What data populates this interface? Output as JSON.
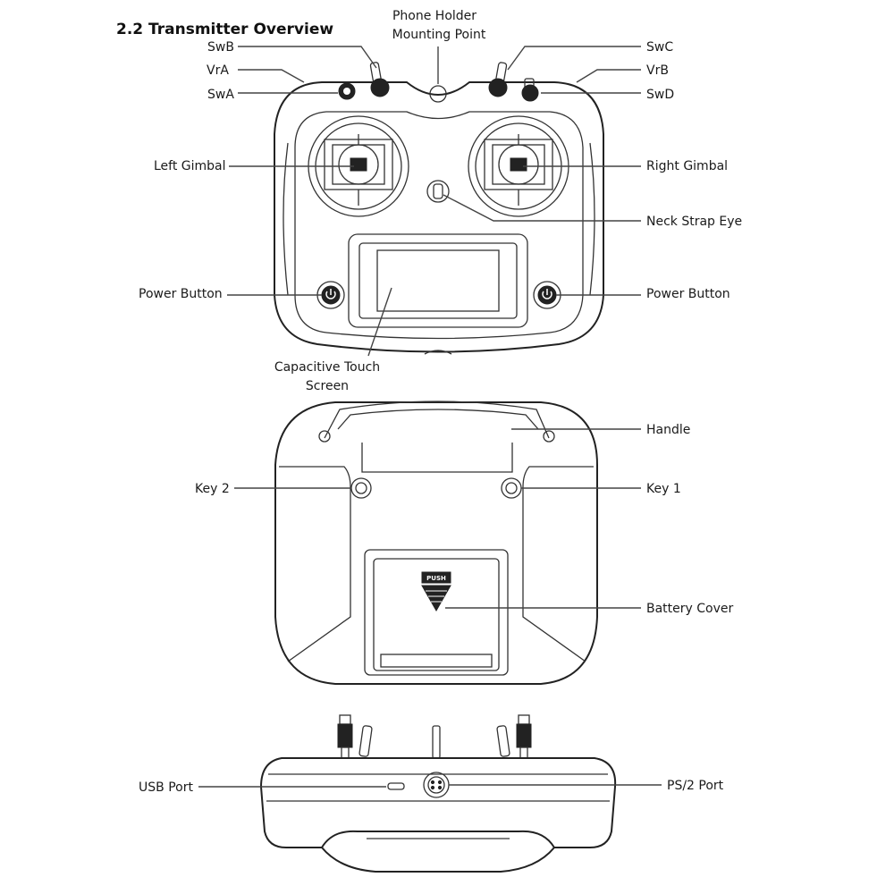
{
  "title": "2.2 Transmitter Overview",
  "labels": {
    "phone_holder_1": "Phone Holder",
    "phone_holder_2": "Mounting Point",
    "swb": "SwB",
    "vra": "VrA",
    "swa": "SwA",
    "swc": "SwC",
    "vrb": "VrB",
    "swd": "SwD",
    "left_gimbal": "Left Gimbal",
    "right_gimbal": "Right Gimbal",
    "neck_strap": "Neck Strap Eye",
    "power_left": "Power Button",
    "power_right": "Power Button",
    "touch_1": "Capacitive Touch",
    "touch_2": "Screen",
    "handle": "Handle",
    "key2": "Key 2",
    "key1": "Key 1",
    "battery_cover": "Battery Cover",
    "usb_port": "USB Port",
    "ps2_port": "PS/2 Port",
    "push": "PUSH"
  }
}
